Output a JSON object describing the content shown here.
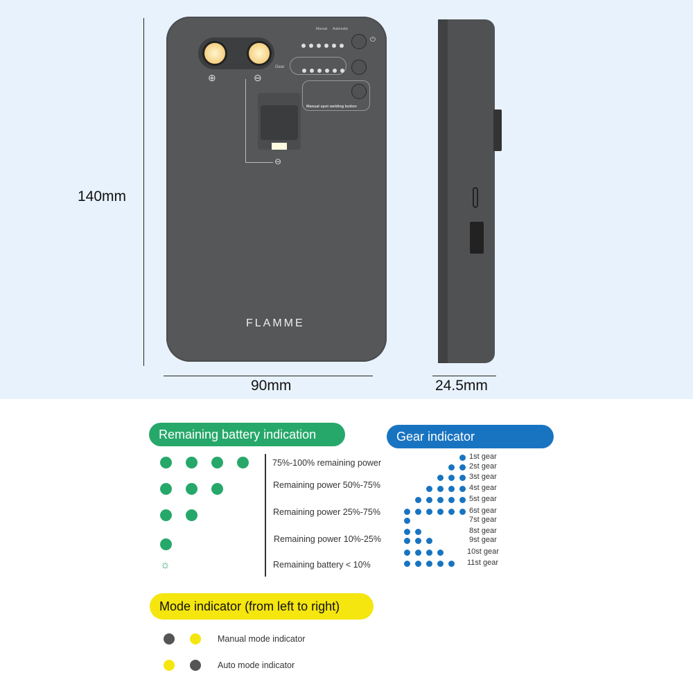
{
  "dimensions": {
    "height": "140mm",
    "width": "90mm",
    "depth": "24.5mm"
  },
  "device": {
    "brand": "FLAMME",
    "labels": {
      "manual": "Manual",
      "automatic": "Automatic",
      "gear": "Gear",
      "spot_button": "Manual spot welding button",
      "plus": "⊕",
      "minus": "⊖",
      "power": "⏻"
    }
  },
  "battery": {
    "title": "Remaining battery indication",
    "color": "#26a86a",
    "rows": [
      {
        "dots": 4,
        "label": "75%-100% remaining power"
      },
      {
        "dots": 3,
        "label": "Remaining power 50%-75%"
      },
      {
        "dots": 2,
        "label": "Remaining power 25%-75%"
      },
      {
        "dots": 1,
        "label": "Remaining power 10%-25%"
      },
      {
        "dots": 0,
        "icon": "flashing-sun-icon",
        "label": "Remaining battery < 10%"
      }
    ]
  },
  "gear": {
    "title": "Gear indicator",
    "color": "#1874c1",
    "rows": [
      {
        "dots": 1,
        "align": "right",
        "label": "1st gear"
      },
      {
        "dots": 2,
        "align": "right",
        "label": "2st gear"
      },
      {
        "dots": 3,
        "align": "right",
        "label": "3st gear"
      },
      {
        "dots": 4,
        "align": "right",
        "label": "4st gear"
      },
      {
        "dots": 5,
        "align": "right",
        "label": "5st gear"
      },
      {
        "dots": 6,
        "align": "right",
        "label": "6st gear"
      },
      {
        "dots": 1,
        "align": "left",
        "label": "7st gear"
      },
      {
        "dots": 2,
        "align": "left",
        "label": "8st gear"
      },
      {
        "dots": 3,
        "align": "left",
        "label": "9st gear"
      },
      {
        "dots": 4,
        "align": "left",
        "label": "10st gear"
      },
      {
        "dots": 5,
        "align": "left",
        "label": "11st gear"
      }
    ]
  },
  "mode": {
    "title": "Mode indicator (from left to right)",
    "color": "#f5e60f",
    "rows": [
      {
        "dots": [
          "#555555",
          "#f5e60f"
        ],
        "label": "Manual mode indicator"
      },
      {
        "dots": [
          "#f5e60f",
          "#555555"
        ],
        "label": "Auto mode indicator"
      }
    ]
  }
}
